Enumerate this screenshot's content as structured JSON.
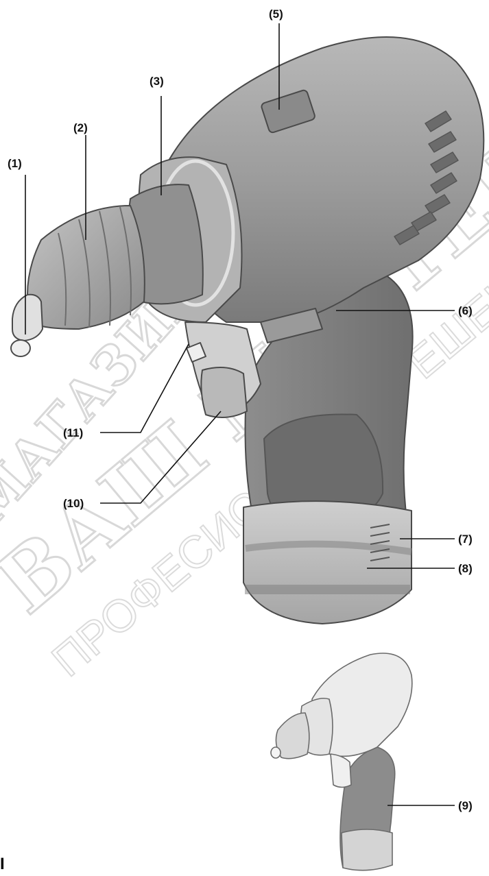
{
  "labels": {
    "l1": "(1)",
    "l2": "(2)",
    "l3": "(3)",
    "l5": "(5)",
    "l6": "(6)",
    "l7": "(7)",
    "l8": "(8)",
    "l9": "(9)",
    "l10": "(10)",
    "l11": "(11)"
  },
  "watermark": {
    "line1": "МАГАЗИН",
    "line2": "ВАШ МАСТЕР",
    "line3": "ПРОФЕСИОНАЛНИ РЕШЕНИЯ"
  },
  "corner_mark": "I",
  "colors": {
    "body_dark": "#7c7c7c",
    "body_mid": "#a3a3a3",
    "body_light": "#c9c9c9",
    "outline": "#4a4a4a",
    "watermark": "#d4d4d4"
  }
}
